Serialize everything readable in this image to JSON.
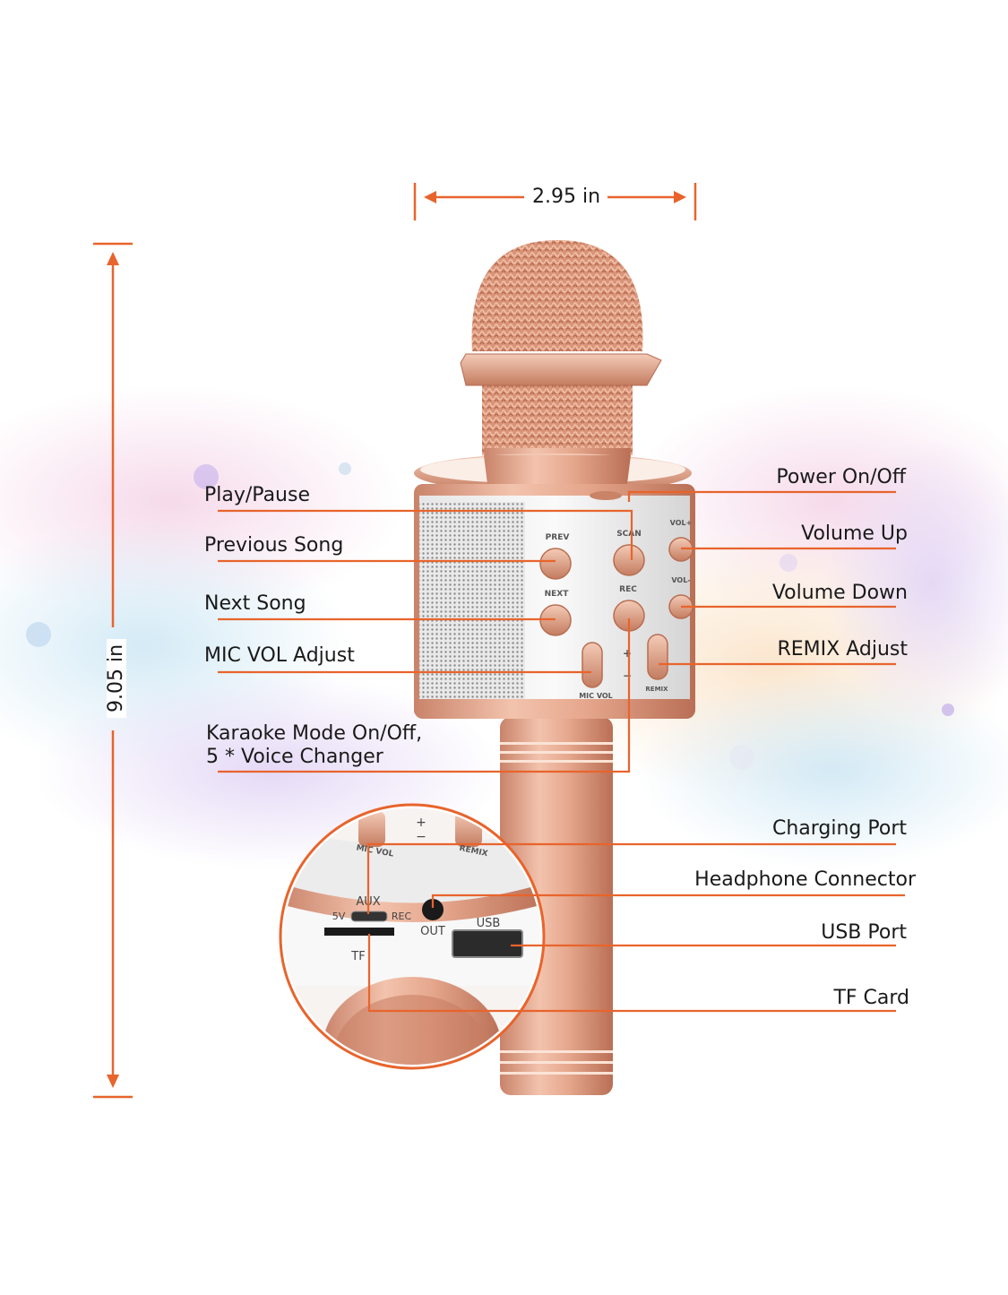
{
  "dimensions": {
    "width_label": "2.95 in",
    "height_label": "9.05 in"
  },
  "callouts_left": {
    "play_pause": "Play/Pause",
    "previous_song": "Previous Song",
    "next_song": "Next Song",
    "mic_vol_adjust": "MIC VOL Adjust",
    "karaoke_line1": "Karaoke Mode On/Off,",
    "karaoke_line2": "5 * Voice Changer"
  },
  "callouts_right": {
    "power": "Power On/Off",
    "volume_up": "Volume Up",
    "volume_down": "Volume Down",
    "remix_adjust": "REMIX Adjust",
    "charging_port": "Charging Port",
    "headphone_connector": "Headphone Connector",
    "usb_port": "USB Port",
    "tf_card": "TF Card"
  },
  "device_labels": {
    "prev": "PREV",
    "scan": "SCAN",
    "next": "NEXT",
    "rec": "REC",
    "vol_plus": "VOL+",
    "vol_minus": "VOL-",
    "mic_vol": "MIC VOL",
    "remix": "REMIX",
    "plus": "+",
    "minus": "−",
    "aux": "AUX",
    "five_v": "5V",
    "rec_small": "REC",
    "out": "OUT",
    "usb": "USB",
    "tf": "TF",
    "inset_mic_vol": "MIC VOL",
    "inset_remix": "REMIX"
  },
  "colors": {
    "accent_orange": "#e8642c",
    "rose_gold": "#e3a185",
    "rose_gold_dark": "#b86d50",
    "silver": "#d9d9d9"
  }
}
